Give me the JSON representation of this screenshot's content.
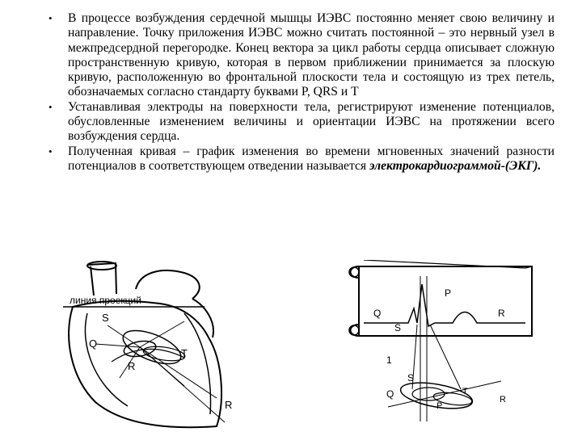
{
  "bullets": [
    {
      "text": "В процессе возбуждения сердечной мышцы ИЭВС  постоянно меняет свою величину и направление. Точку приложения ИЭВС можно считать постоянной – это нервный узел в межпредсердной перегородке. Конец вектора за цикл работы сердца описывает сложную пространственную кривую, которая в первом приближении принимается за плоскую кривую, расположенную во фронтальной плоскости тела и состоящую из трех петель, обозначаемых согласно стандарту буквами P, QRS и T"
    },
    {
      "text": "Устанавливая электроды на поверхности тела, регистрируют изменение потенциалов, обусловленные изменением величины и ориентации ИЭВС на протяжении всего возбуждения сердца."
    },
    {
      "text": "Полученная кривая – график изменения во времени мгновенных значений разности потенциалов в соответствующем отведении называется ",
      "emphasis": "электрокардиограммой-(ЭКГ)."
    }
  ],
  "figure_left": {
    "label_line": "линия проекций",
    "labels": {
      "s": "S",
      "q": "Q",
      "t": "T",
      "r1": "R",
      "r2": "R"
    }
  },
  "figure_right": {
    "labels": {
      "p": "P",
      "q": "Q",
      "r": "R",
      "s": "S",
      "one": "1",
      "s2": "S",
      "q2": "Q",
      "p2": "P",
      "t2": "T",
      "r2": "R"
    }
  }
}
